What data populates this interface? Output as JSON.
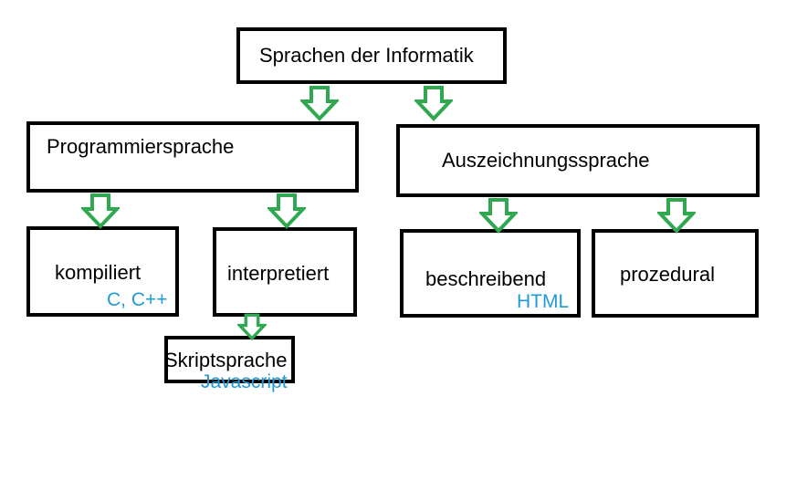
{
  "colors": {
    "box_border": "#000000",
    "arrow": "#2fa84f",
    "annotation": "#1e9ad6"
  },
  "nodes": {
    "root": {
      "label": "Sprachen der Informatik"
    },
    "programmiersprache": {
      "label": "Programmiersprache"
    },
    "auszeichnungssprache": {
      "label": "Auszeichnungssprache"
    },
    "kompiliert": {
      "label": "kompiliert",
      "note": "C, C++"
    },
    "interpretiert": {
      "label": "interpretiert"
    },
    "skriptsprache": {
      "label": "Skriptsprache",
      "note": "Javascript"
    },
    "beschreibend": {
      "label": "beschreibend",
      "note": "HTML"
    },
    "prozedural": {
      "label": "prozedural"
    }
  },
  "arrows": [
    {
      "from": "root",
      "to": "programmiersprache",
      "icon": "down-arrow-icon"
    },
    {
      "from": "root",
      "to": "auszeichnungssprache",
      "icon": "down-arrow-icon"
    },
    {
      "from": "programmiersprache",
      "to": "kompiliert",
      "icon": "down-arrow-icon"
    },
    {
      "from": "programmiersprache",
      "to": "interpretiert",
      "icon": "down-arrow-icon"
    },
    {
      "from": "interpretiert",
      "to": "skriptsprache",
      "icon": "down-arrow-icon"
    },
    {
      "from": "auszeichnungssprache",
      "to": "beschreibend",
      "icon": "down-arrow-icon"
    },
    {
      "from": "auszeichnungssprache",
      "to": "prozedural",
      "icon": "down-arrow-icon"
    }
  ]
}
